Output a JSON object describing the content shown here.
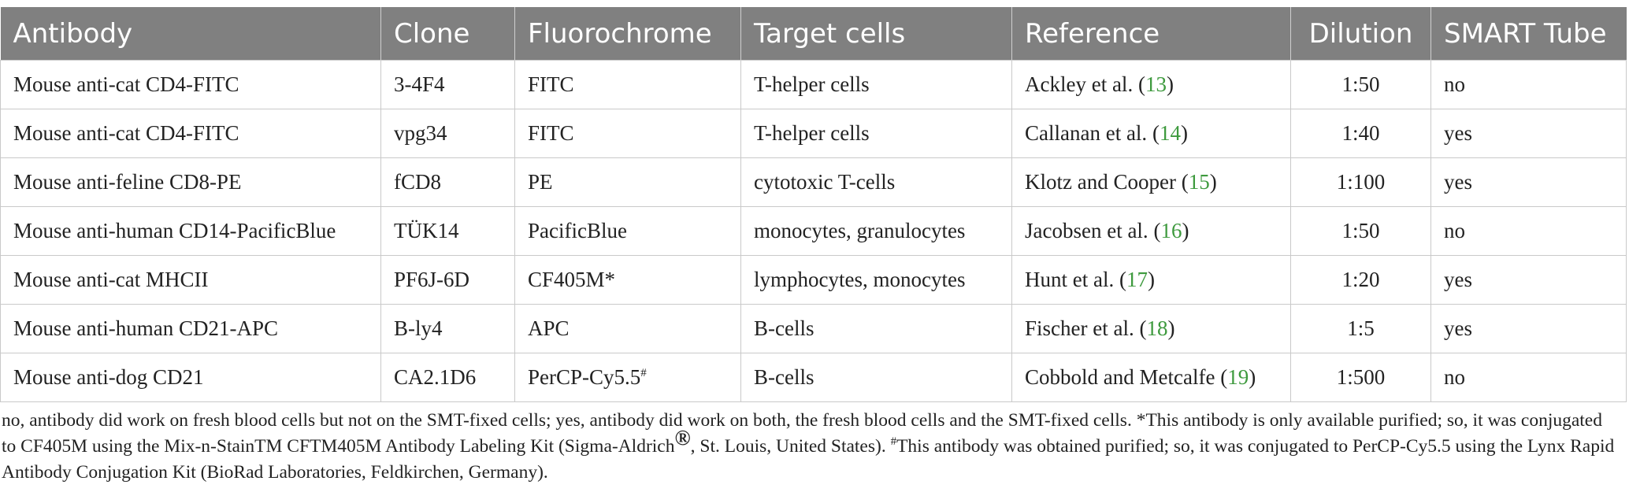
{
  "table": {
    "columns": [
      "Antibody",
      "Clone",
      "Fluorochrome",
      "Target cells",
      "Reference",
      "Dilution",
      "SMART Tube"
    ],
    "rows": [
      {
        "antibody": "Mouse anti-cat CD4-FITC",
        "clone": "3-4F4",
        "fluorochrome": "FITC",
        "fluor_mark": "",
        "target": "T-helper cells",
        "ref_text": "Ackley et al.",
        "ref_num": "13",
        "dilution": "1:50",
        "smart": "no"
      },
      {
        "antibody": "Mouse anti-cat CD4-FITC",
        "clone": "vpg34",
        "fluorochrome": "FITC",
        "fluor_mark": "",
        "target": "T-helper cells",
        "ref_text": "Callanan et al.",
        "ref_num": "14",
        "dilution": "1:40",
        "smart": "yes"
      },
      {
        "antibody": "Mouse anti-feline CD8-PE",
        "clone": "fCD8",
        "fluorochrome": "PE",
        "fluor_mark": "",
        "target": "cytotoxic T-cells",
        "ref_text": "Klotz and Cooper",
        "ref_num": "15",
        "dilution": "1:100",
        "smart": "yes"
      },
      {
        "antibody": "Mouse anti-human CD14-PacificBlue",
        "clone": "TÜK14",
        "fluorochrome": "PacificBlue",
        "fluor_mark": "",
        "target": "monocytes, granulocytes",
        "ref_text": "Jacobsen et al.",
        "ref_num": "16",
        "dilution": "1:50",
        "smart": "no"
      },
      {
        "antibody": "Mouse anti-cat MHCII",
        "clone": "PF6J-6D",
        "fluorochrome": "CF405M*",
        "fluor_mark": "",
        "target": "lymphocytes, monocytes",
        "ref_text": "Hunt et al.",
        "ref_num": "17",
        "dilution": "1:20",
        "smart": "yes"
      },
      {
        "antibody": "Mouse anti-human CD21-APC",
        "clone": "B-ly4",
        "fluorochrome": "APC",
        "fluor_mark": "",
        "target": "B-cells",
        "ref_text": "Fischer et al.",
        "ref_num": "18",
        "dilution": "1:5",
        "smart": "yes"
      },
      {
        "antibody": "Mouse anti-dog CD21",
        "clone": "CA2.1D6",
        "fluorochrome": "PerCP-Cy5.5",
        "fluor_mark": "#",
        "target": "B-cells",
        "ref_text": "Cobbold and Metcalfe",
        "ref_num": "19",
        "dilution": "1:500",
        "smart": "no"
      }
    ]
  },
  "footnote": {
    "part1": "no, antibody did work on fresh blood cells but not on the SMT-fixed cells; yes, antibody did work on both, the fresh blood cells and the SMT-fixed cells. *This antibody is only available purified; so, it was conjugated to CF405M using the Mix-n-StainTM CFTM405M Antibody Labeling Kit (Sigma-Aldrich",
    "reg": "®",
    "part2": ", St. Louis, United States). ",
    "mark": "#",
    "part3": "This antibody was obtained purified; so, it was conjugated to PerCP-Cy5.5 using the Lynx Rapid Antibody Conjugation Kit (BioRad Laboratories, Feldkirchen, Germany)."
  }
}
